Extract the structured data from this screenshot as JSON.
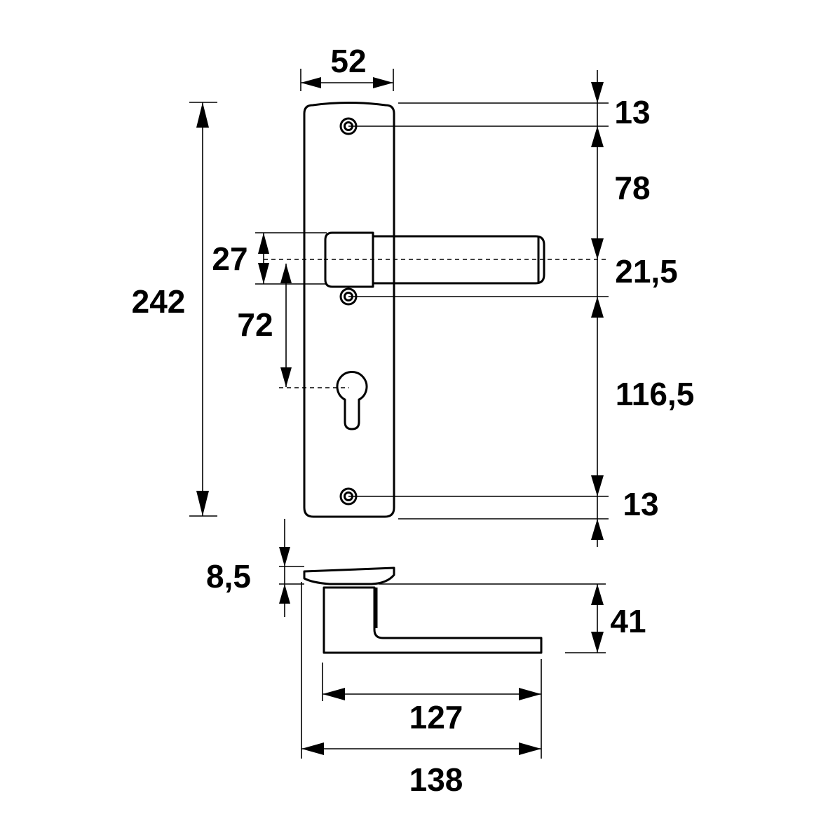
{
  "drawing": {
    "ink_color": "#000000",
    "background_color": "#ffffff",
    "dimensions": {
      "plate_width": "52",
      "plate_height": "242",
      "top_margin": "13",
      "screw_to_handle": "78",
      "handle_offset": "21,5",
      "handle_to_bottom_screw": "116,5",
      "bottom_margin": "13",
      "handle_height": "27",
      "handle_to_keyhole": "72",
      "plate_thickness": "8,5",
      "handle_projection": "41",
      "handle_length": "127",
      "total_length": "138"
    }
  }
}
